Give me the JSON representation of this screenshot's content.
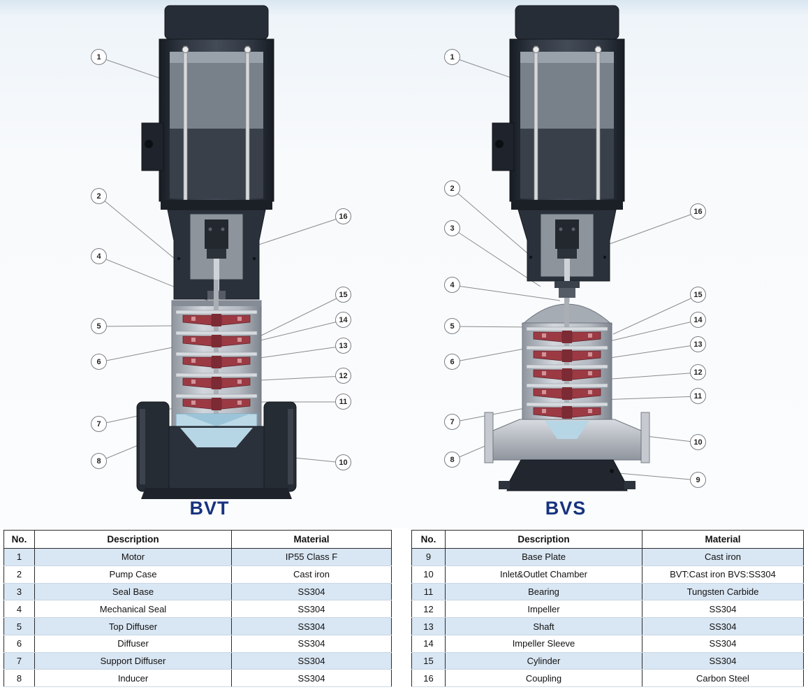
{
  "diagram": {
    "bvt_label": "BVT",
    "bvs_label": "BVS",
    "bvt_callouts": [
      "1",
      "2",
      "4",
      "5",
      "6",
      "7",
      "8",
      "16",
      "15",
      "14",
      "13",
      "12",
      "11",
      "10"
    ],
    "bvs_callouts": [
      "1",
      "2",
      "3",
      "4",
      "5",
      "6",
      "7",
      "8",
      "16",
      "15",
      "14",
      "13",
      "12",
      "11",
      "10",
      "9"
    ]
  },
  "colors": {
    "pump_label_blue": "#16337f",
    "row_stripe_blue": "#d9e6f3",
    "impeller_red": "#9c3a44",
    "water_blue": "#bcd9e8"
  },
  "tables": {
    "left": {
      "headers": {
        "no": "No.",
        "description": "Description",
        "material": "Material"
      },
      "rows": [
        {
          "no": "1",
          "description": "Motor",
          "material": "IP55 Class F"
        },
        {
          "no": "2",
          "description": "Pump Case",
          "material": "Cast iron"
        },
        {
          "no": "3",
          "description": "Seal Base",
          "material": "SS304"
        },
        {
          "no": "4",
          "description": "Mechanical Seal",
          "material": "SS304"
        },
        {
          "no": "5",
          "description": "Top Diffuser",
          "material": "SS304"
        },
        {
          "no": "6",
          "description": "Diffuser",
          "material": "SS304"
        },
        {
          "no": "7",
          "description": "Support Diffuser",
          "material": "SS304"
        },
        {
          "no": "8",
          "description": "Inducer",
          "material": "SS304"
        }
      ]
    },
    "right": {
      "headers": {
        "no": "No.",
        "description": "Description",
        "material": "Material"
      },
      "rows": [
        {
          "no": "9",
          "description": "Base Plate",
          "material": "Cast iron"
        },
        {
          "no": "10",
          "description": "Inlet&Outlet Chamber",
          "material": "BVT:Cast iron BVS:SS304"
        },
        {
          "no": "11",
          "description": "Bearing",
          "material": "Tungsten Carbide"
        },
        {
          "no": "12",
          "description": "Impeller",
          "material": "SS304"
        },
        {
          "no": "13",
          "description": "Shaft",
          "material": "SS304"
        },
        {
          "no": "14",
          "description": "Impeller Sleeve",
          "material": "SS304"
        },
        {
          "no": "15",
          "description": "Cylinder",
          "material": "SS304"
        },
        {
          "no": "16",
          "description": "Coupling",
          "material": "Carbon Steel"
        }
      ]
    }
  }
}
